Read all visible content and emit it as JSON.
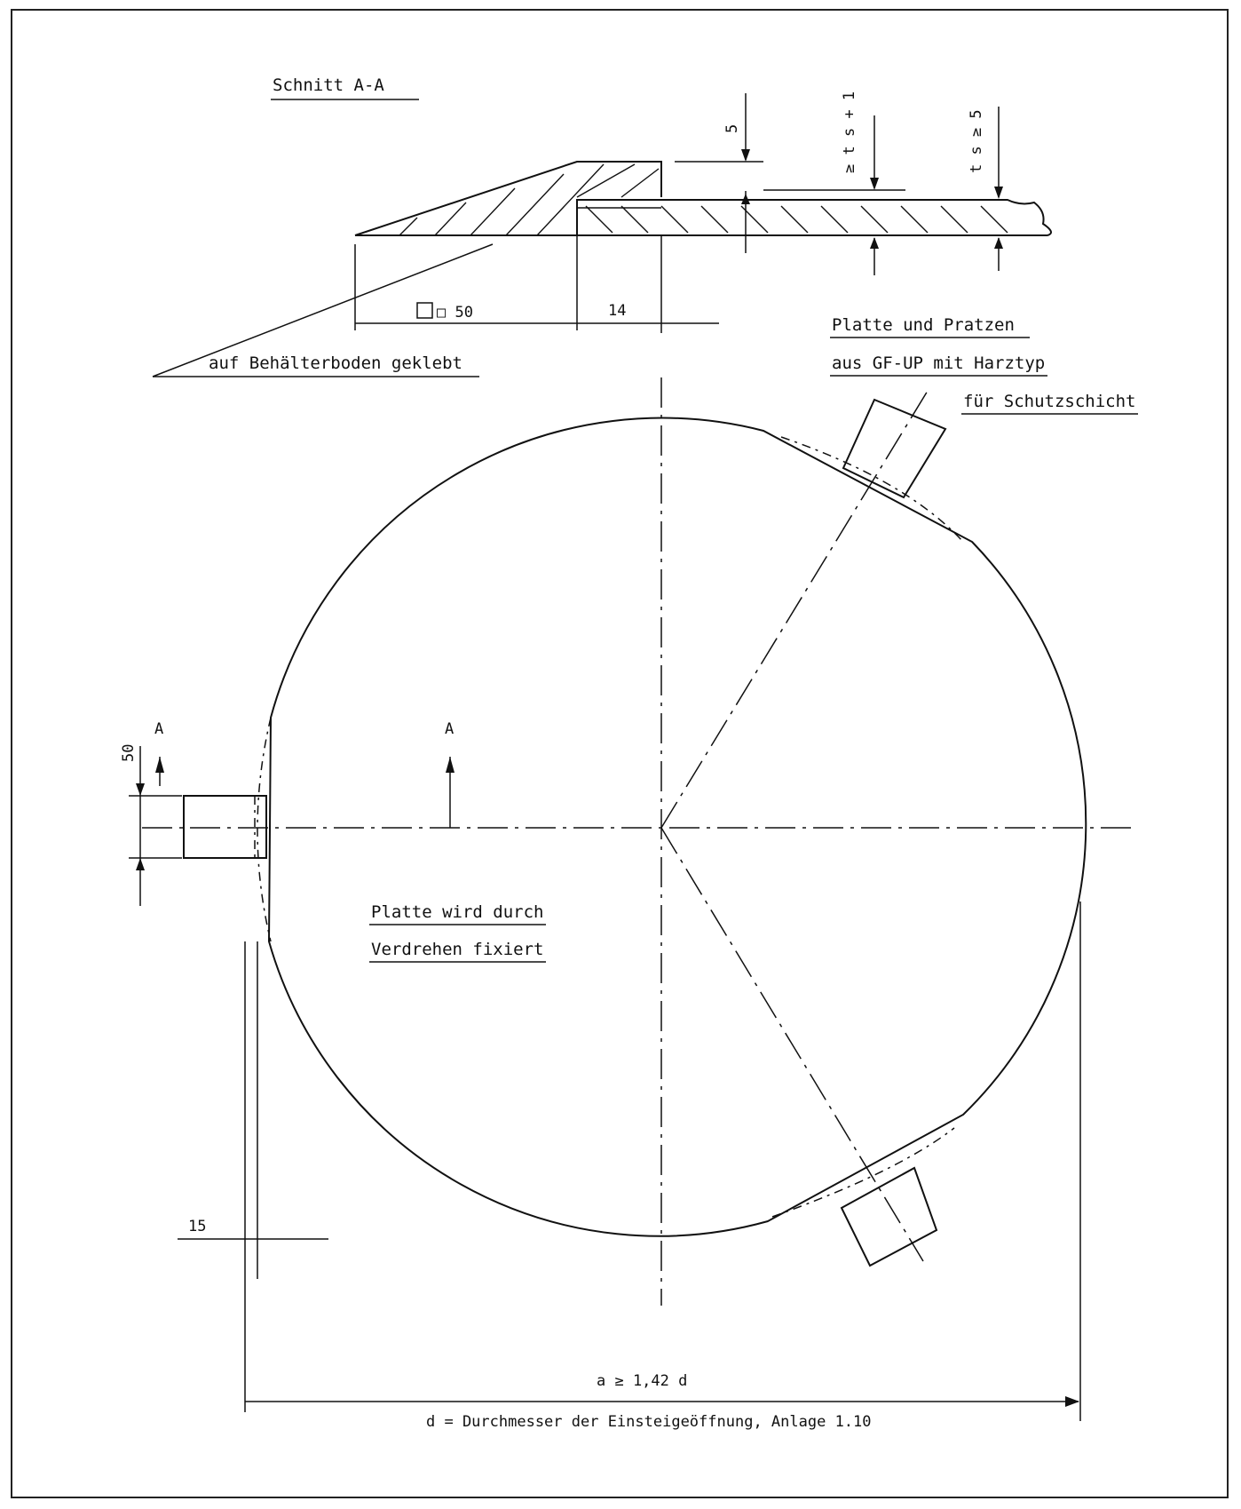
{
  "section": {
    "title": "Schnitt A-A",
    "dim_5": "5",
    "dim_ts_plus_1": "≥ t s + 1",
    "dim_ts_ge_5": "t s ≥ 5",
    "dim_square_50": "□ 50",
    "dim_14": "14",
    "glued_label": "auf Behälterboden geklebt"
  },
  "notes": {
    "material_line1": "Platte und Pratzen",
    "material_line2": "aus GF-UP mit Harztyp",
    "material_line3": "für Schutzschicht",
    "fix_line1": "Platte wird durch",
    "fix_line2": "Verdrehen fixiert"
  },
  "plan": {
    "section_mark_left": "A",
    "section_mark_right": "A",
    "dim_50": "50",
    "dim_15": "15",
    "dim_a": "a ≥ 1,42 d",
    "footnote": "d = Durchmesser der Einsteigeöffnung, Anlage 1.10"
  }
}
